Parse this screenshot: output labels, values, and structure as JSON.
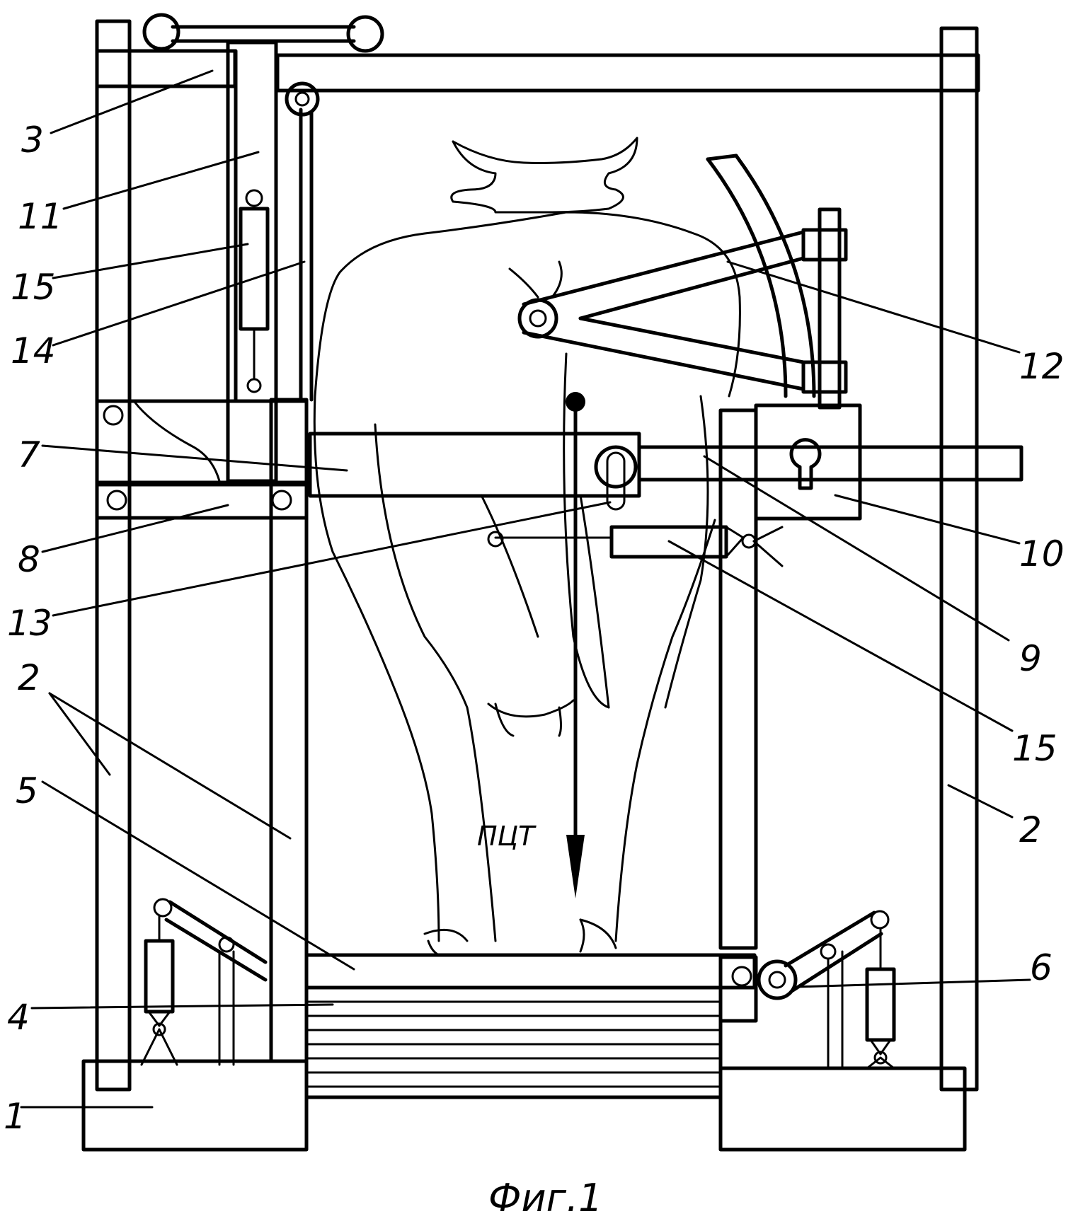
{
  "caption": "Фиг.1",
  "center_of_gravity_label": "ПЦТ",
  "callouts": {
    "n1": "1",
    "n2a": "2",
    "n2b": "2",
    "n3": "3",
    "n4": "4",
    "n5": "5",
    "n6": "6",
    "n7": "7",
    "n8": "8",
    "n9": "9",
    "n10": "10",
    "n11": "11",
    "n12": "12",
    "n13": "13",
    "n14": "14",
    "n15a": "15",
    "n15b": "15"
  }
}
